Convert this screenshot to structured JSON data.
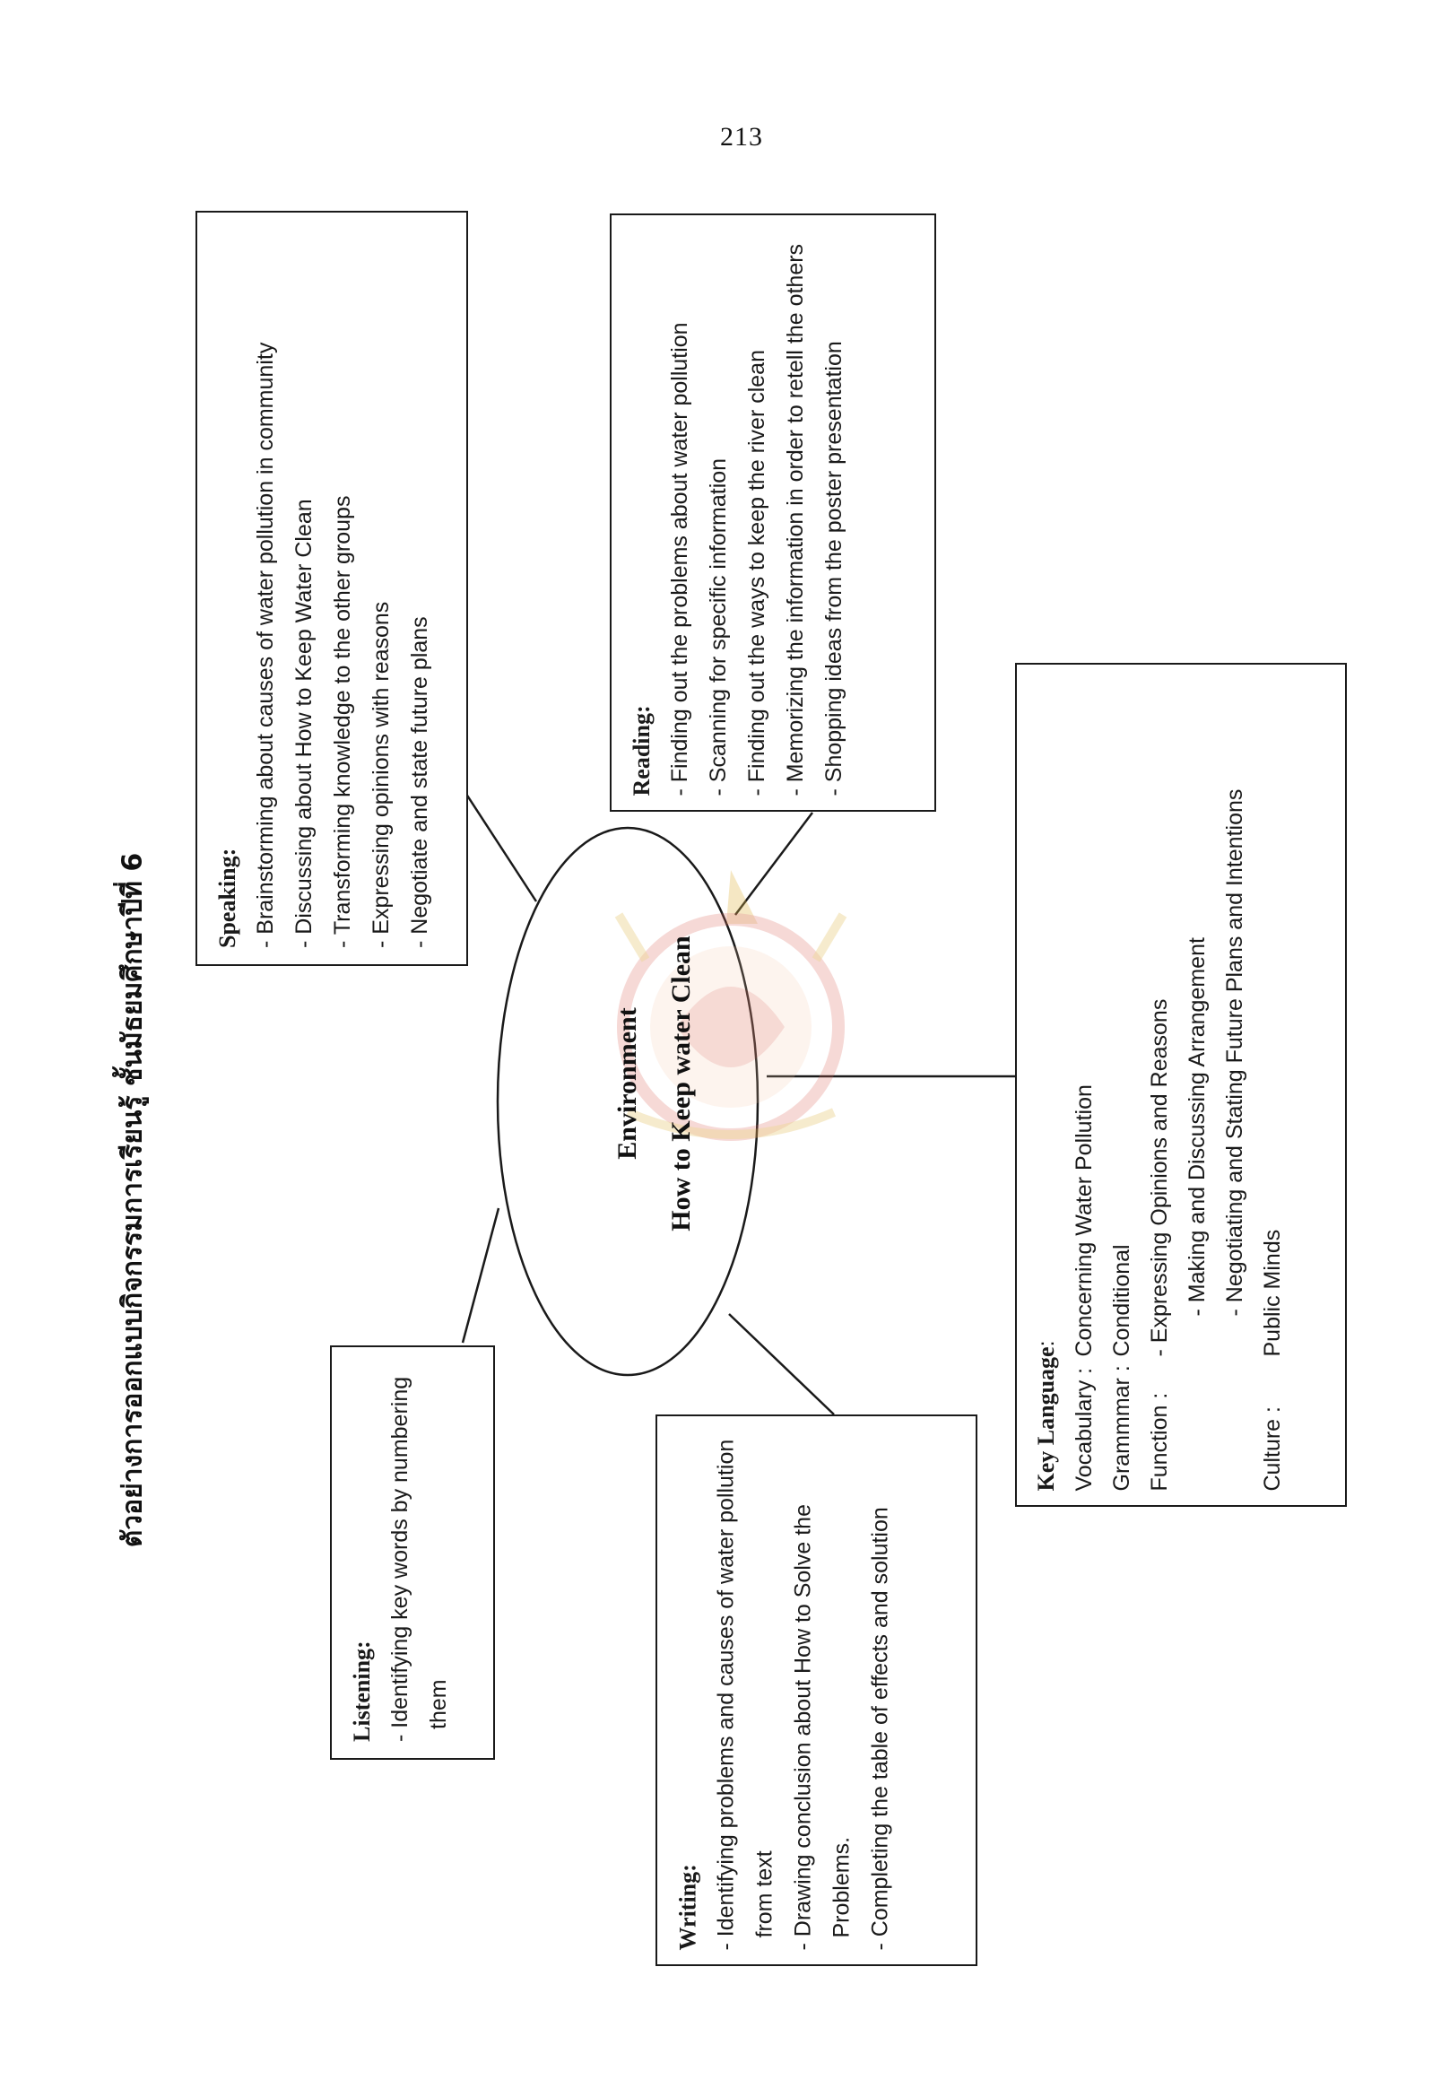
{
  "page_number": "213",
  "title": "ตัวอย่างการออกแบบกิจกรรมการเรียนรู้ ชั้นมัธยมศึกษาปีที่  6",
  "center": {
    "line1": "Environment",
    "line2": "How to Keep water Clean"
  },
  "speaking": {
    "heading": "Speaking:",
    "items": [
      "- Brainstorming about causes of water pollution in community",
      "- Discussing about How to Keep Water Clean",
      "- Transforming knowledge to the other groups",
      "- Expressing opinions with reasons",
      "- Negotiate and state future plans"
    ]
  },
  "reading": {
    "heading": "Reading:",
    "items": [
      "- Finding  out the problems about water pollution",
      "- Scanning for specific information",
      "- Finding  out the ways to keep the river clean",
      "- Memorizing the information in order to retell the others",
      "- Shopping ideas from the poster presentation"
    ]
  },
  "listening": {
    "heading": "Listening:",
    "items": [
      "- Identifying key words by numbering them"
    ]
  },
  "writing": {
    "heading": "Writing:",
    "items": [
      "- Identifying problems and causes of water pollution from text",
      "- Drawing  conclusion about How to Solve the Problems.",
      "- Completing the table of effects and solution"
    ]
  },
  "key_language": {
    "heading": "Key Language",
    "colon": ":",
    "vocabulary_label": "Vocabulary :",
    "vocabulary_value": "Concerning Water Pollution",
    "grammar_label": "Grammmar :",
    "grammar_value": "Conditional",
    "function_label": "Function :",
    "function_items": [
      "- Expressing Opinions and Reasons",
      "- Making and Discussing Arrangement",
      "- Negotiating and Stating Future Plans and Intentions"
    ],
    "culture_label": "Culture :",
    "culture_value": "Public Minds"
  },
  "colors": {
    "ink": "#1a1a1a",
    "seal_red": "#d9645a",
    "seal_gold": "#e0b84a"
  }
}
